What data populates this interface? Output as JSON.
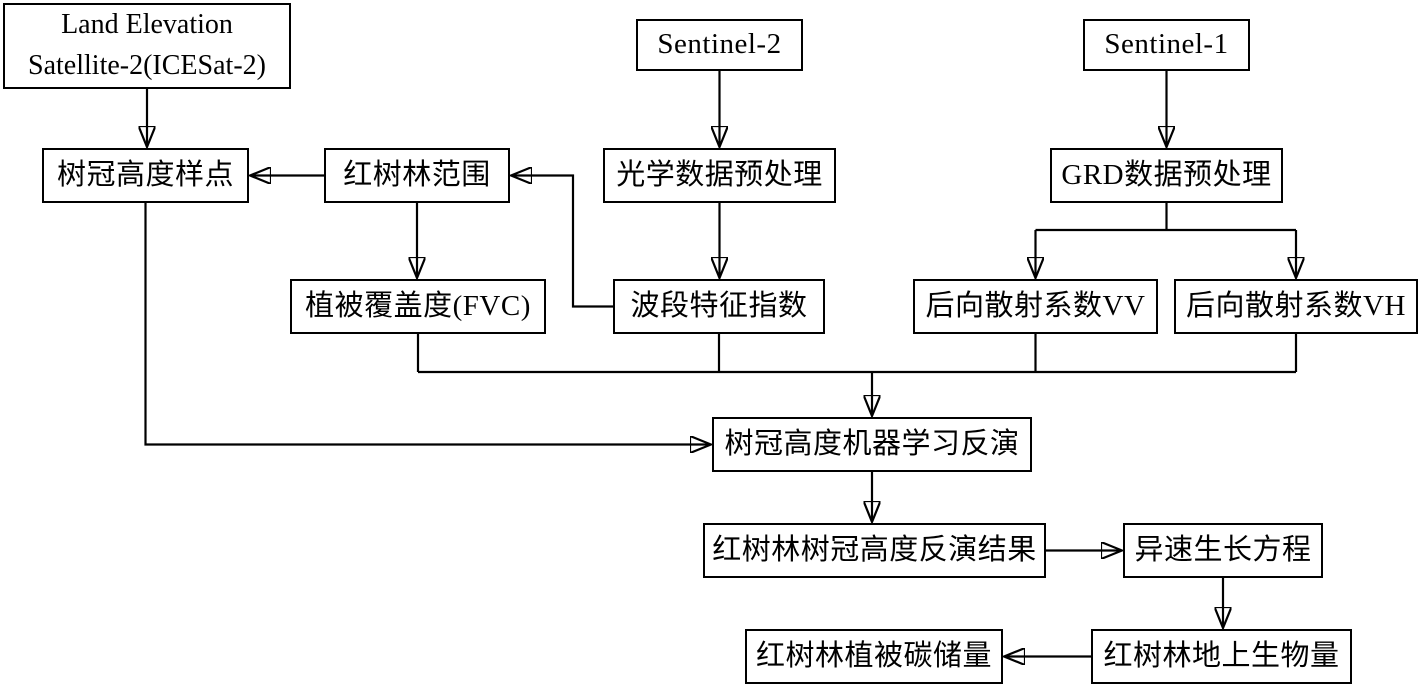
{
  "figure": {
    "type": "flowchart",
    "background_color": "#ffffff",
    "line_color": "#000000",
    "box_fill": "#ffffff",
    "nodes": [
      {
        "id": "icesat2",
        "label": "Land Elevation Satellite-2(ICESat-2)",
        "line1": "Land Elevation",
        "line2": "Satellite-2(ICESat-2)"
      },
      {
        "id": "sentinel2",
        "label": "Sentinel-2"
      },
      {
        "id": "sentinel1",
        "label": "Sentinel-1"
      },
      {
        "id": "canopy-height-samples",
        "label": "树冠高度样点"
      },
      {
        "id": "mangrove-extent",
        "label": "红树林范围"
      },
      {
        "id": "optical-preprocessing",
        "label": "光学数据预处理"
      },
      {
        "id": "grd-preprocessing",
        "label": "GRD数据预处理"
      },
      {
        "id": "fvc",
        "label": "植被覆盖度(FVC)"
      },
      {
        "id": "band-feature-index",
        "label": "波段特征指数"
      },
      {
        "id": "backscatter-vv",
        "label": "后向散射系数VV"
      },
      {
        "id": "backscatter-vh",
        "label": "后向散射系数VH"
      },
      {
        "id": "ml-inversion",
        "label": "树冠高度机器学习反演"
      },
      {
        "id": "canopy-height-result",
        "label": "红树林树冠高度反演结果"
      },
      {
        "id": "allometric-equation",
        "label": "异速生长方程"
      },
      {
        "id": "vegetation-carbon-stock",
        "label": "红树林植被碳储量"
      },
      {
        "id": "aboveground-biomass",
        "label": "红树林地上生物量"
      }
    ],
    "edges": [
      {
        "from": "icesat2",
        "to": "canopy-height-samples"
      },
      {
        "from": "mangrove-extent",
        "to": "canopy-height-samples"
      },
      {
        "from": "band-feature-index",
        "to": "mangrove-extent"
      },
      {
        "from": "sentinel2",
        "to": "optical-preprocessing"
      },
      {
        "from": "optical-preprocessing",
        "to": "band-feature-index"
      },
      {
        "from": "mangrove-extent",
        "to": "fvc"
      },
      {
        "from": "sentinel1",
        "to": "grd-preprocessing"
      },
      {
        "from": "grd-preprocessing",
        "to": "backscatter-vv"
      },
      {
        "from": "grd-preprocessing",
        "to": "backscatter-vh"
      },
      {
        "from": "fvc",
        "to": "ml-inversion"
      },
      {
        "from": "band-feature-index",
        "to": "ml-inversion"
      },
      {
        "from": "backscatter-vv",
        "to": "ml-inversion"
      },
      {
        "from": "backscatter-vh",
        "to": "ml-inversion"
      },
      {
        "from": "canopy-height-samples",
        "to": "ml-inversion"
      },
      {
        "from": "ml-inversion",
        "to": "canopy-height-result"
      },
      {
        "from": "canopy-height-result",
        "to": "allometric-equation"
      },
      {
        "from": "allometric-equation",
        "to": "aboveground-biomass"
      },
      {
        "from": "aboveground-biomass",
        "to": "vegetation-carbon-stock"
      }
    ]
  }
}
